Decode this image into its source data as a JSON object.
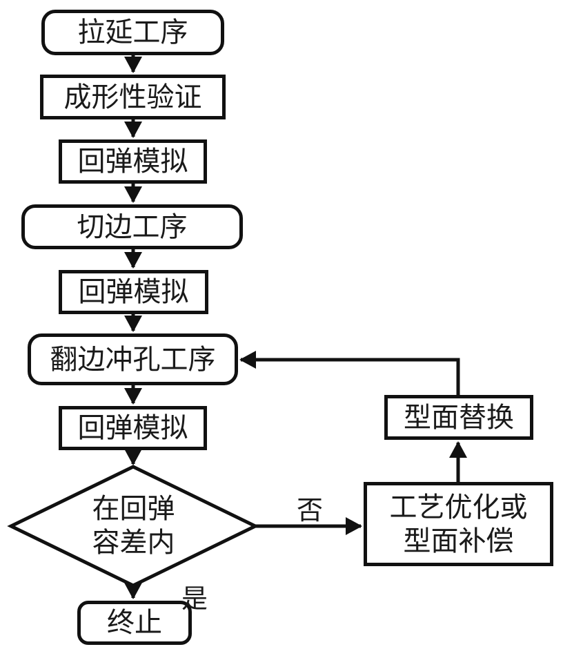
{
  "diagram": {
    "type": "flowchart",
    "background_color": "#ffffff",
    "stroke_color": "#111111",
    "nodes": {
      "draw_process": {
        "label": "拉延工序",
        "shape": "rounded-rect"
      },
      "formability": {
        "label": "成形性验证",
        "shape": "rect"
      },
      "springback_sim_1": {
        "label": "回弹模拟",
        "shape": "rect"
      },
      "trim_process": {
        "label": "切边工序",
        "shape": "rounded-rect"
      },
      "springback_sim_2": {
        "label": "回弹模拟",
        "shape": "rect"
      },
      "flange_pierce": {
        "label": "翻边冲孔工序",
        "shape": "rounded-rect"
      },
      "springback_sim_3": {
        "label": "回弹模拟",
        "shape": "rect"
      },
      "decision": {
        "line1": "在回弹",
        "line2": "容差内",
        "shape": "diamond"
      },
      "end": {
        "label": "终止",
        "shape": "rounded-rect"
      },
      "surface_replace": {
        "label": "型面替换",
        "shape": "rect"
      },
      "optimize": {
        "line1": "工艺优化或",
        "line2": "型面补偿",
        "shape": "rect"
      }
    },
    "edge_labels": {
      "yes": "是",
      "no": "否"
    },
    "edges": [
      "draw_process -> formability",
      "formability -> springback_sim_1",
      "springback_sim_1 -> trim_process",
      "trim_process -> springback_sim_2",
      "springback_sim_2 -> flange_pierce",
      "flange_pierce -> springback_sim_3",
      "springback_sim_3 -> decision",
      "decision -(是)-> end",
      "decision -(否)-> optimize",
      "optimize -> surface_replace",
      "surface_replace -> flange_pierce"
    ]
  }
}
